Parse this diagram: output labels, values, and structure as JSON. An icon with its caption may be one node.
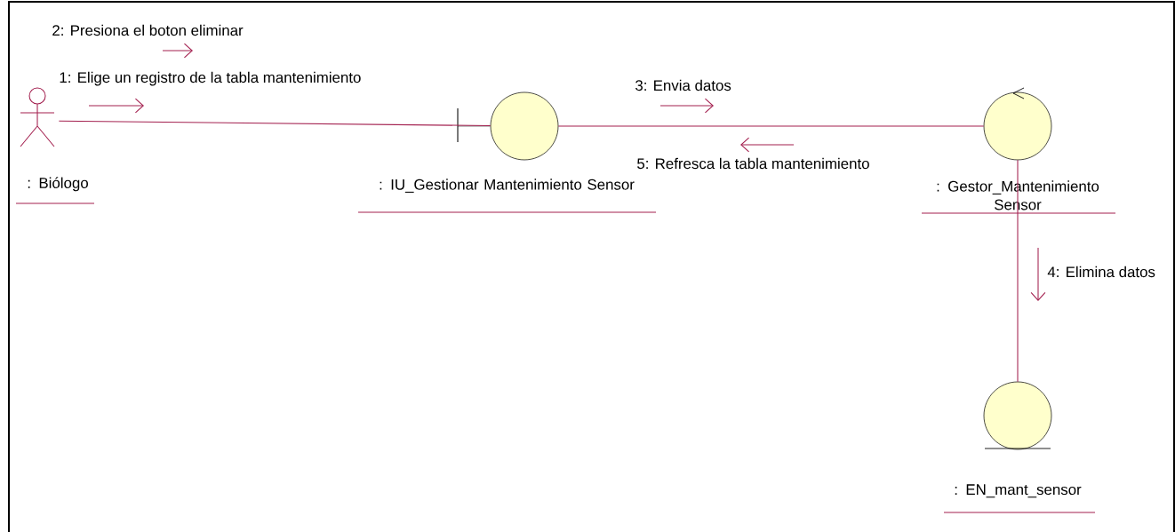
{
  "diagram": {
    "nodes": [
      {
        "text": [
          ": Biólogo"
        ]
      },
      {
        "text": [
          ": IU_Gestionar Mantenimiento Sensor"
        ]
      },
      {
        "text": [
          ": Gestor_Mantenimiento Sensor"
        ]
      },
      {
        "text": [
          ": EN_mant_sensor"
        ]
      }
    ],
    "edges": [
      {
        "from": 0,
        "to": 1,
        "arrow": "none"
      },
      {
        "from": 1,
        "to": 2,
        "arrow": "none"
      },
      {
        "from": 2,
        "to": 3,
        "arrow": "none"
      }
    ],
    "labels": [
      "2: Presiona el boton eliminar",
      "1: Elige un registro de la tabla mantenimiento",
      "3: Envia datos",
      "5: Refresca la tabla mantenimiento",
      "4: Elimina datos"
    ]
  }
}
